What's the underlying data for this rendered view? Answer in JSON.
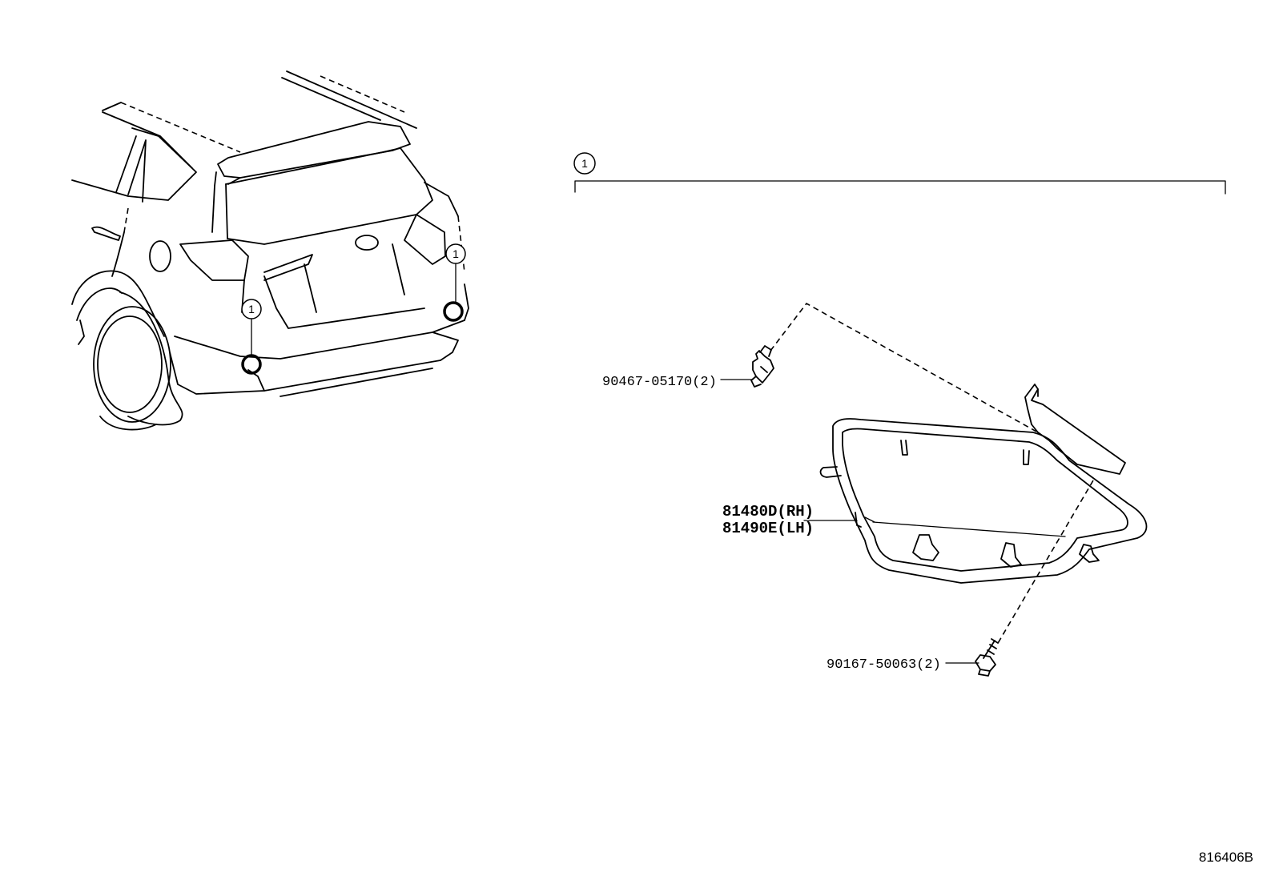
{
  "callout_number": "1",
  "parts": {
    "clip": "90467-05170(2)",
    "reflector_rh": "81480D(RH)",
    "reflector_lh": "81490E(LH)",
    "screw": "90167-50063(2)"
  },
  "diagram_ref": "816406B"
}
